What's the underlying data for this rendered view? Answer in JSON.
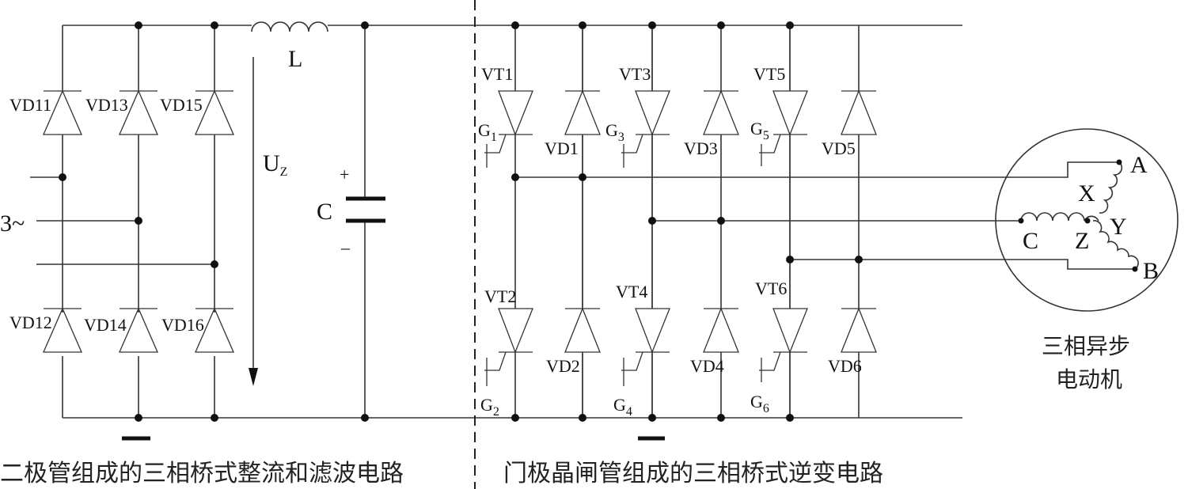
{
  "diagram": {
    "title_left": "二极管组成的三相桥式整流和滤波电路",
    "title_right": "门极晶闸管组成的三相桥式逆变电路",
    "motor_label_line1": "三相异步",
    "motor_label_line2": "电动机",
    "source_label": "3~",
    "inductor_label": "L",
    "voltage_label_main": "U",
    "voltage_label_sub": "Z",
    "capacitor_label": "C",
    "cap_plus": "+",
    "cap_minus": "–",
    "rectifier_diodes": {
      "upper": [
        "VD11",
        "VD13",
        "VD15"
      ],
      "lower": [
        "VD12",
        "VD14",
        "VD16"
      ]
    },
    "inverter": {
      "upper_thyristors": [
        "VT1",
        "VT3",
        "VT5"
      ],
      "lower_thyristors": [
        "VT2",
        "VT4",
        "VT6"
      ],
      "upper_diodes": [
        "VD1",
        "VD3",
        "VD5"
      ],
      "lower_diodes": [
        "VD2",
        "VD4",
        "VD6"
      ],
      "gates_upper": [
        {
          "g": "G",
          "n": "1"
        },
        {
          "g": "G",
          "n": "3"
        },
        {
          "g": "G",
          "n": "5"
        }
      ],
      "gates_lower": [
        {
          "g": "G",
          "n": "2"
        },
        {
          "g": "G",
          "n": "4"
        },
        {
          "g": "G",
          "n": "6"
        }
      ]
    },
    "motor_terminals": {
      "A": "A",
      "B": "B",
      "C": "C",
      "X": "X",
      "Y": "Y",
      "Z": "Z"
    }
  }
}
